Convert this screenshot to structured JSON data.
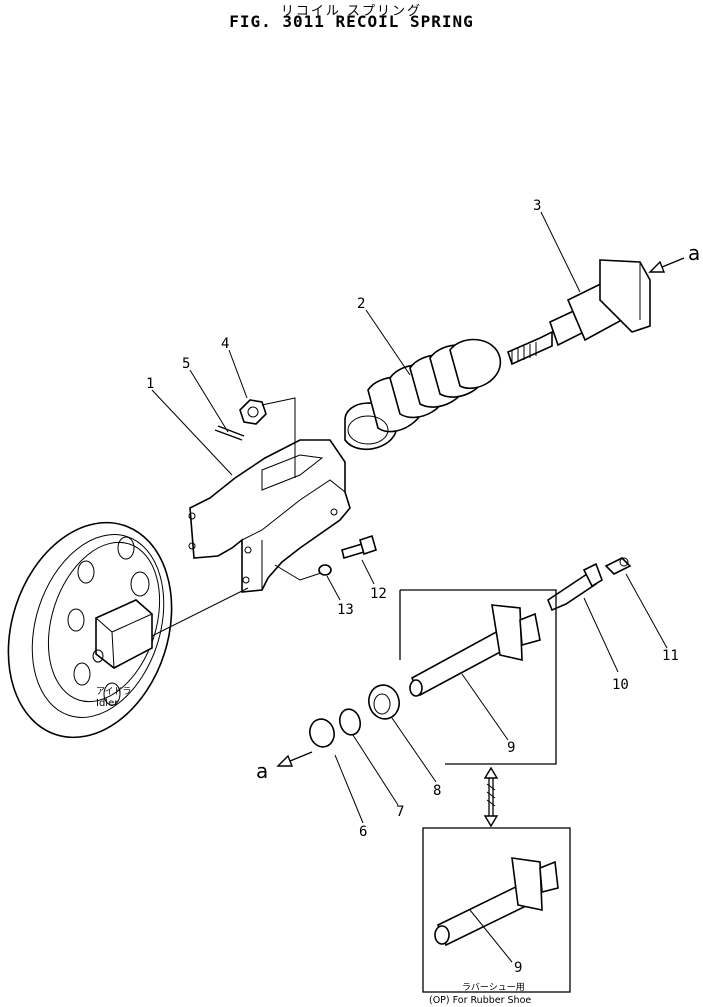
{
  "title_jp": "リコイル スプリング",
  "title_en": "FIG. 3011  RECOIL SPRING",
  "callouts": [
    "1",
    "2",
    "3",
    "4",
    "5",
    "6",
    "7",
    "8",
    "9",
    "10",
    "11",
    "12",
    "13",
    "9"
  ],
  "arrow_label": "a",
  "idler_label_jp": "アイドラ",
  "idler_label_en": "Idler",
  "option_label_jp": "ラバーシュー用",
  "option_label_en": "(OP) For Rubber Shoe"
}
